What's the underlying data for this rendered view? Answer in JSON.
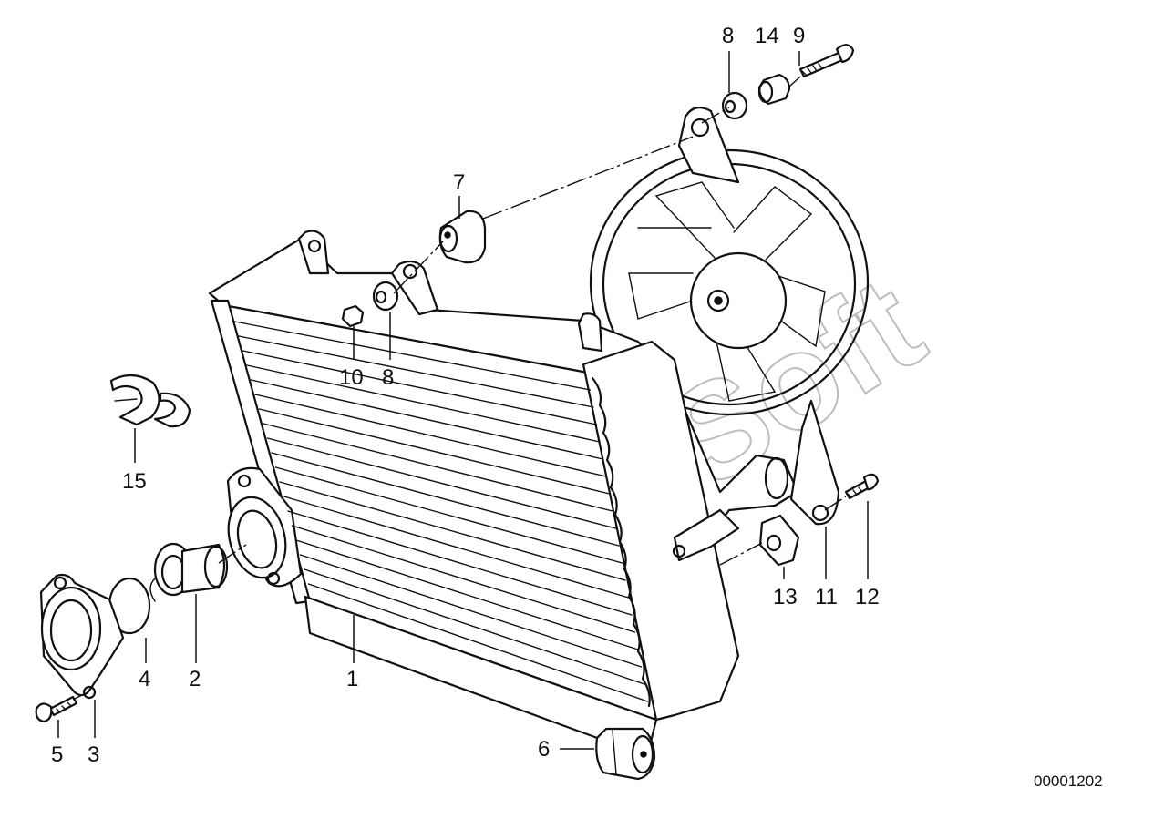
{
  "watermark": "AutoSoft",
  "diagram_code": "00001202",
  "callouts": {
    "c1": "1",
    "c2": "2",
    "c3": "3",
    "c4": "4",
    "c5": "5",
    "c6": "6",
    "c7": "7",
    "c8a": "8",
    "c8b": "8",
    "c9": "9",
    "c10": "10",
    "c11": "11",
    "c12": "12",
    "c13": "13",
    "c14": "14",
    "c15": "15"
  }
}
